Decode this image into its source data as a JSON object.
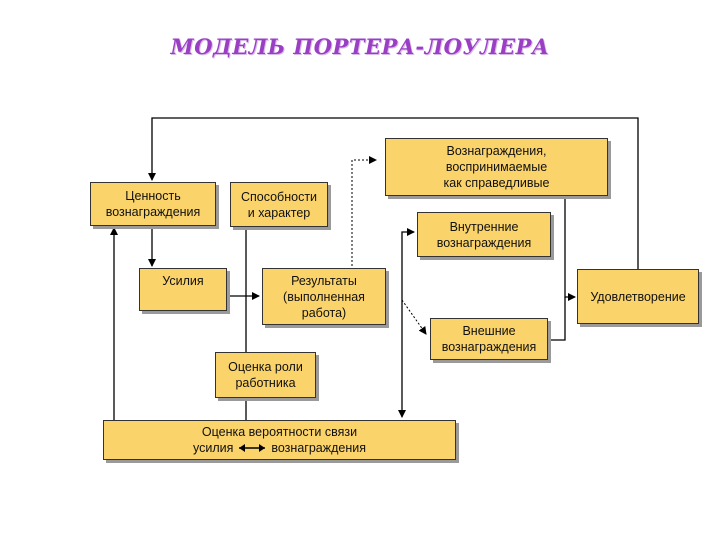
{
  "title": "МОДЕЛЬ ПОРТЕРА-ЛОУЛЕРА",
  "boxes": {
    "reward_value": "Ценность\nвознаграждения",
    "effort": "Усилия",
    "abilities": "Способности\nи характер",
    "results": "Результаты\n(выполненная\nработа)",
    "role": "Оценка роли\nработника",
    "fair_rewards": "Вознаграждения,\nвоспринимаемые\nкак справедливые",
    "internal_rewards": "Внутренние\nвознаграждения",
    "external_rewards": "Внешние\nвознаграждения",
    "satisfaction": "Удовлетворение",
    "probability_line1": "Оценка вероятности  связи",
    "probability_left": "усилия",
    "probability_right": "вознаграждения"
  }
}
